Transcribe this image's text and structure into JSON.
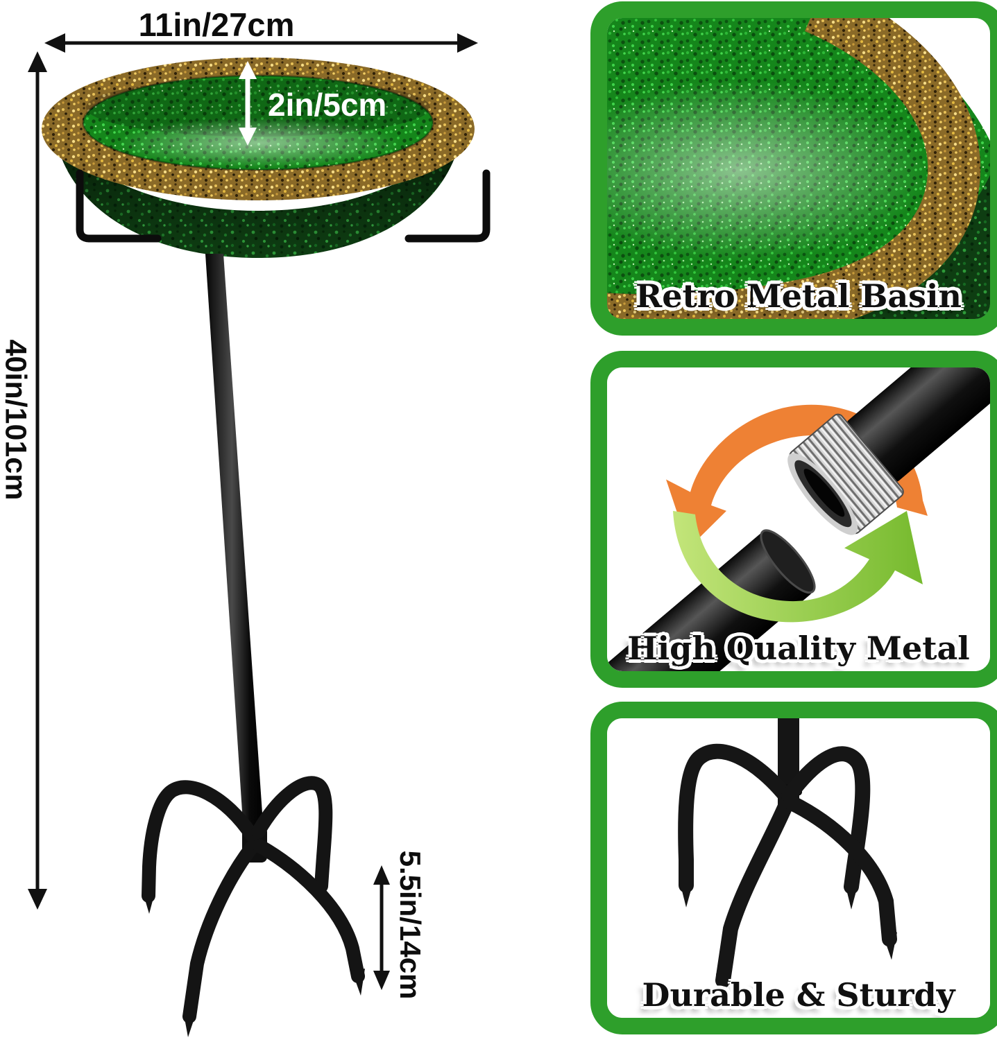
{
  "diagram": {
    "dimensions": {
      "width": "11in/27cm",
      "depth": "2in/5cm",
      "height": "40in/101cm",
      "stake": "5.5in/14cm"
    }
  },
  "feature_panels": [
    {
      "label": "Retro Metal Basin"
    },
    {
      "label": "High Quality Metal"
    },
    {
      "label": "Durable & Sturdy"
    }
  ],
  "icons": {
    "width_arrow": "double-headed-horizontal-arrow",
    "height_arrow": "double-headed-vertical-arrow",
    "depth_arrow": "double-headed-vertical-arrow-white",
    "stake_arrow": "double-headed-vertical-arrow",
    "rotate_orange": "curved-rotation-arrow-orange",
    "rotate_green": "curved-rotation-arrow-green"
  },
  "colors": {
    "background": "#ffffff",
    "panel_border_green": "#2e9f2b",
    "basin_green": "#15861b",
    "rim_gold": "#8a6a28",
    "bowl_dark_green": "#0e3d12",
    "metal_black": "#151515",
    "arrow_black": "#111111",
    "depth_arrow_white": "#ffffff",
    "rotate_arrow_orange": "#ee8134",
    "rotate_arrow_green": "#8cc63f",
    "label_text": "#101010"
  }
}
